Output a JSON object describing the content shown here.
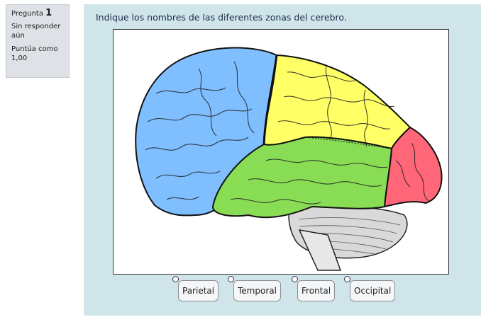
{
  "info": {
    "label": "Pregunta",
    "number": "1",
    "state": "Sin responder aún",
    "grade": "Puntúa como 1,00"
  },
  "question": {
    "text": "Indique los nombres de las diferentes zonas del cerebro."
  },
  "choices": [
    "Parietal",
    "Temporal",
    "Frontal",
    "Occipital"
  ],
  "colors": {
    "frontal": "#7fbfff",
    "parietal": "#ffff66",
    "temporal": "#88dd55",
    "occipital": "#ff6677",
    "cerebellum": "#d9d9d9",
    "panel_bg": "#cfe5ea",
    "info_bg": "#dee2e6"
  }
}
